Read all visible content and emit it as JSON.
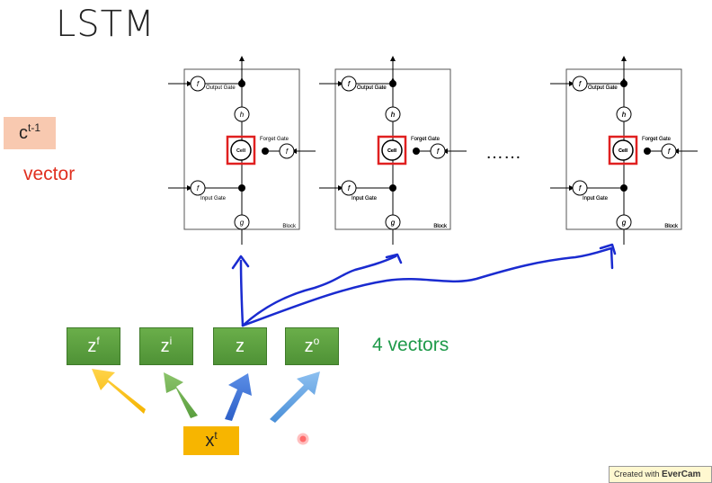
{
  "title": "LSTM",
  "c_prev": {
    "base": "c",
    "sup": "t-1"
  },
  "vector_label": "vector",
  "blocks": [
    {
      "output_gate": "Output Gate",
      "forget_gate": "Forget Gate",
      "input_gate": "Input Gate",
      "cell": "Cell",
      "block": "Block",
      "f": "f",
      "h": "h",
      "g": "g"
    },
    {
      "output_gate": "Output Gate",
      "forget_gate": "Forget Gate",
      "input_gate": "Input Gate",
      "cell": "Cell",
      "block": "Block",
      "f": "f",
      "h": "h",
      "g": "g"
    },
    {
      "output_gate": "Output Gate",
      "forget_gate": "Forget Gate",
      "input_gate": "Input Gate",
      "cell": "Cell",
      "block": "Block",
      "f": "f",
      "h": "h",
      "g": "g"
    }
  ],
  "ellipsis": "……",
  "z_boxes": [
    {
      "base": "z",
      "sup": "f"
    },
    {
      "base": "z",
      "sup": "i"
    },
    {
      "base": "z",
      "sup": ""
    },
    {
      "base": "z",
      "sup": "o"
    }
  ],
  "four_vectors": "4 vectors",
  "x_input": {
    "base": "x",
    "sup": "t"
  },
  "watermark": {
    "prefix": "Created with ",
    "brand": "EverCam"
  },
  "colors": {
    "zbox": "#5a9e3e",
    "ink": "#1a2bd0",
    "cell_border": "#e02020",
    "vector_text": "#e03020",
    "four_vectors_text": "#1f9a4a",
    "xbox": "#f7b500",
    "cbox": "#f8c9b0"
  }
}
